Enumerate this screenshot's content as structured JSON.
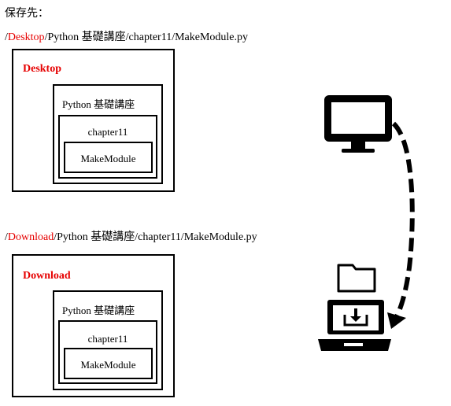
{
  "heading": "保存先：",
  "section_top": {
    "path_prefix": "/",
    "path_highlight": "Desktop",
    "path_rest": "/Python 基礎講座/chapter11/MakeModule.py",
    "folder_outer": "Desktop",
    "folder_level2": "Python 基礎講座",
    "folder_level3": "chapter11",
    "folder_level4": "MakeModule"
  },
  "section_bottom": {
    "path_prefix": "/",
    "path_highlight": "Download",
    "path_rest": "/Python 基礎講座/chapter11/MakeModule.py",
    "folder_outer": "Download",
    "folder_level2": "Python 基礎講座",
    "folder_level3": "chapter11",
    "folder_level4": "MakeModule"
  },
  "icons": {
    "desktop": "desktop-monitor-icon",
    "folder": "folder-icon",
    "laptop": "laptop-download-icon",
    "arrow": "dashed-curved-arrow"
  },
  "colors": {
    "highlight": "#e60000",
    "stroke": "#000000"
  }
}
